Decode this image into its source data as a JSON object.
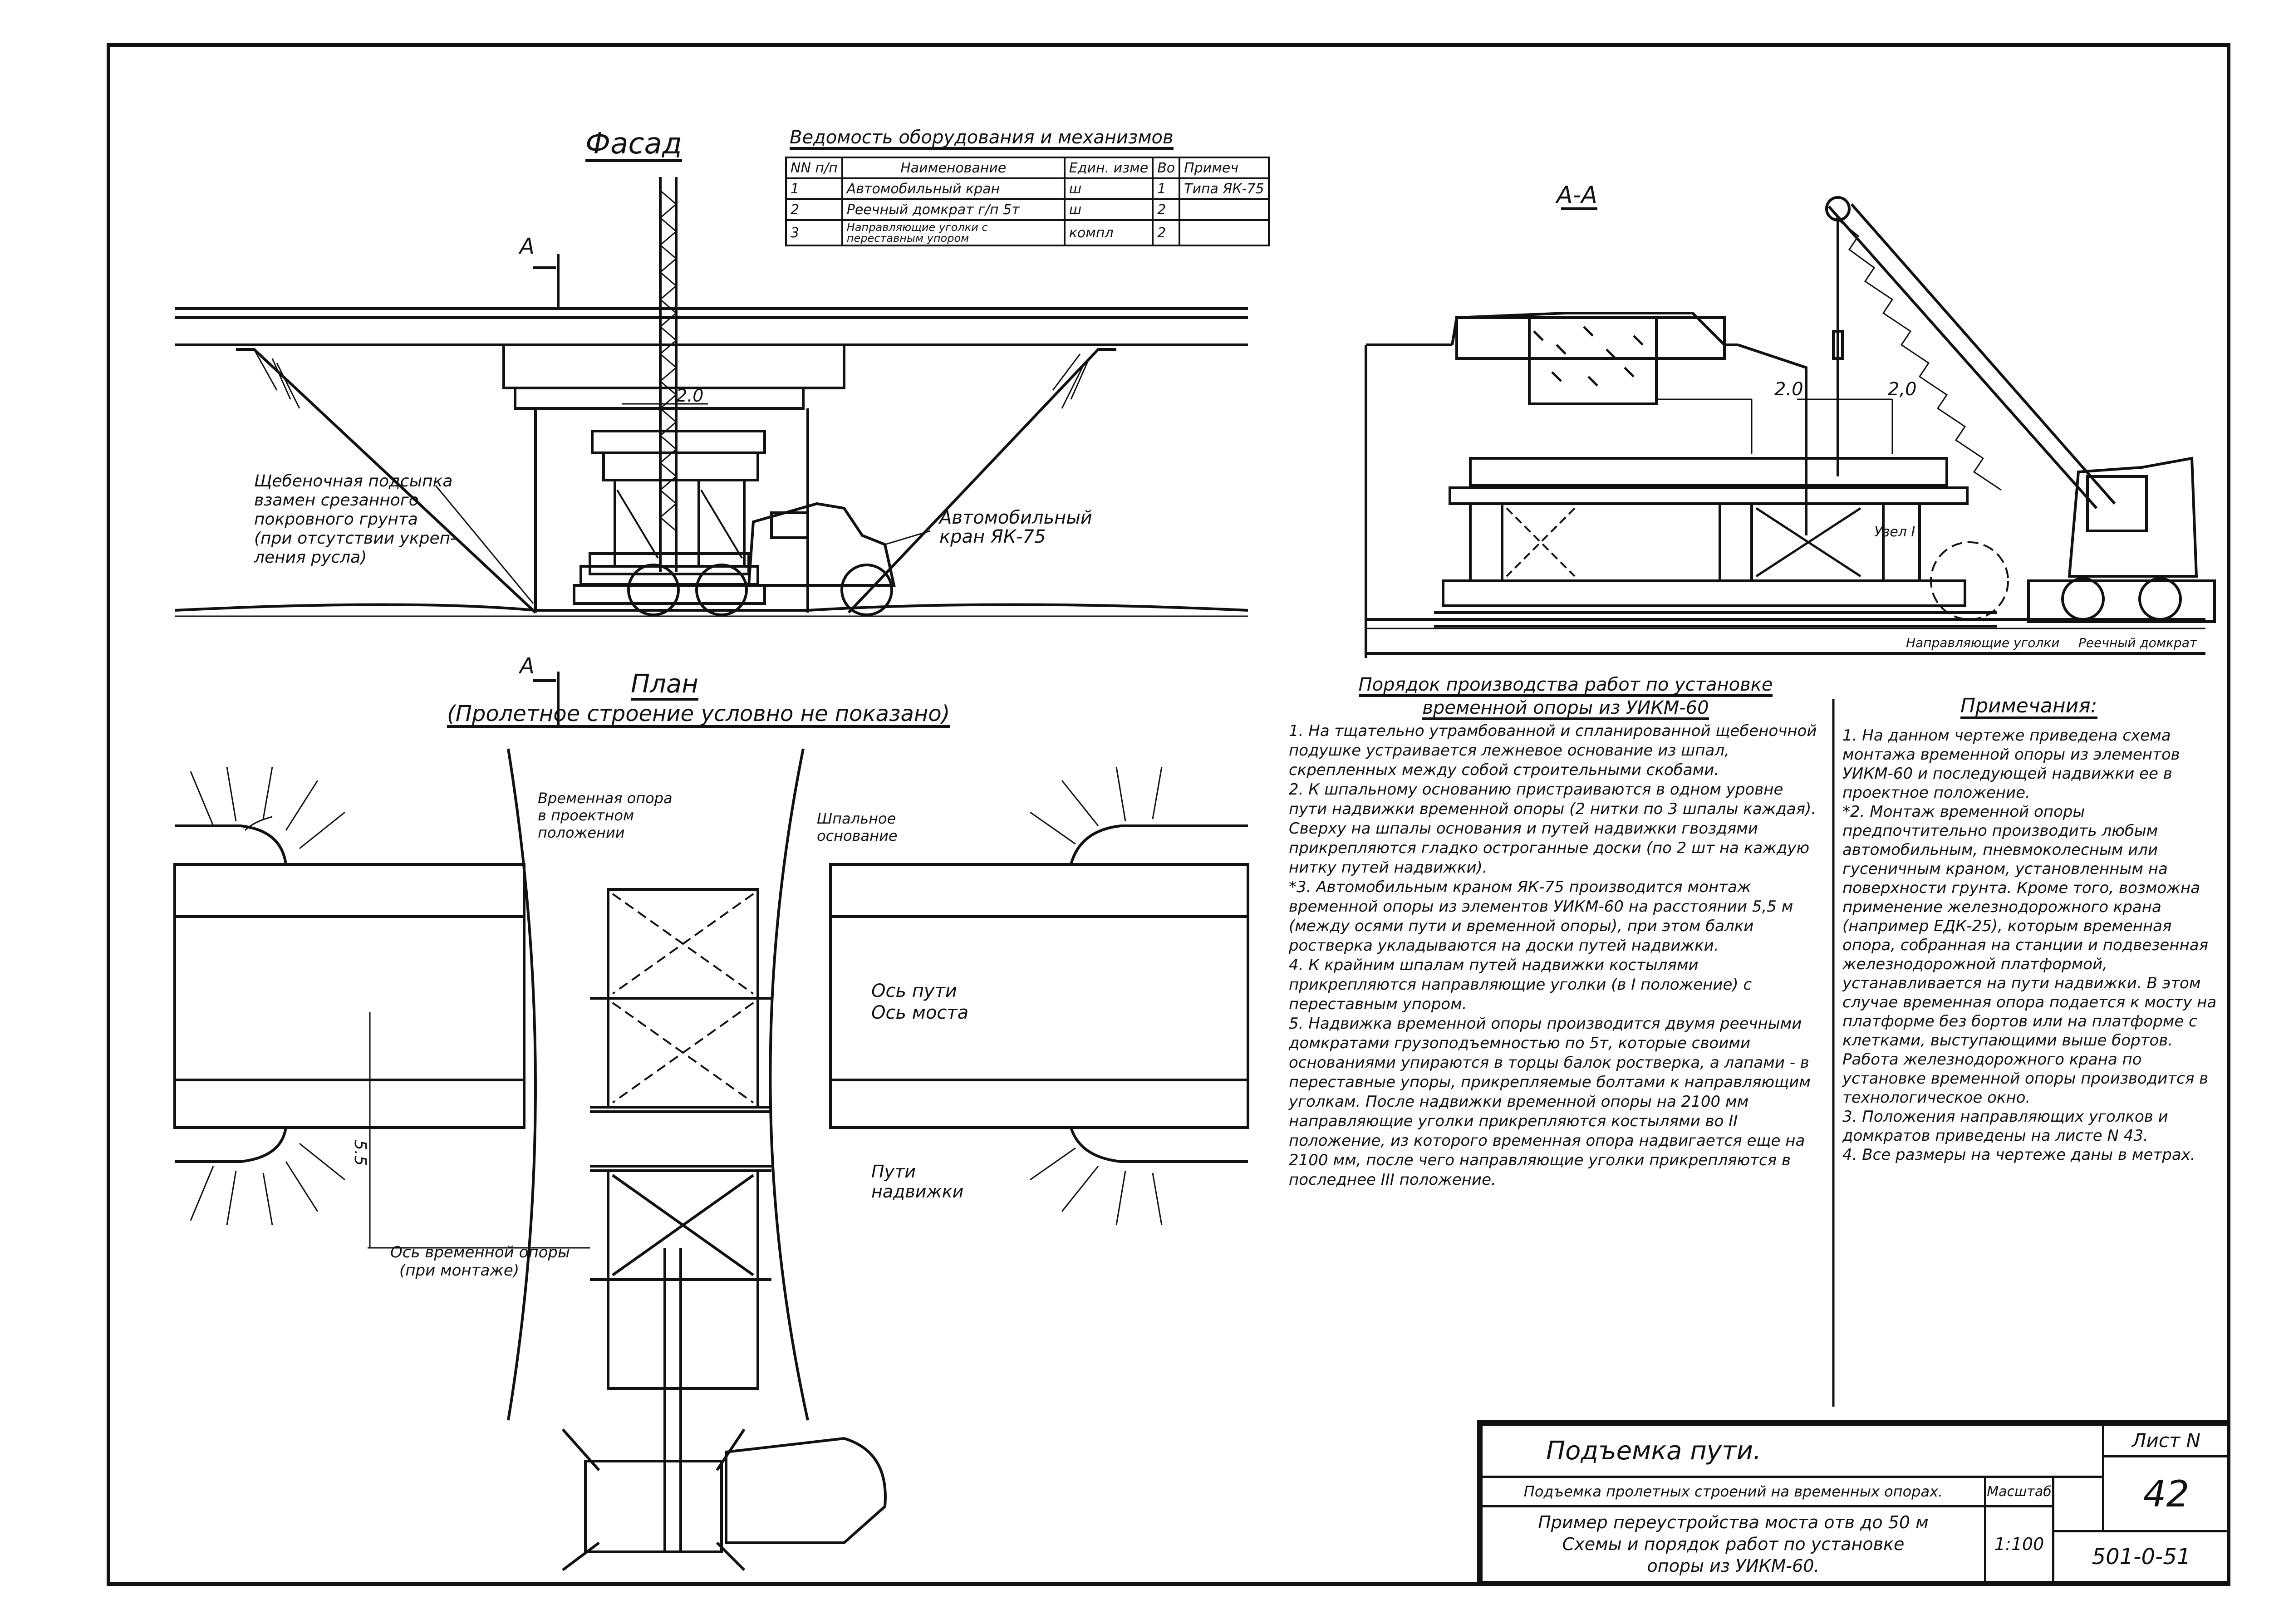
{
  "facade": {
    "title": "Фасад",
    "section_mark": "А",
    "dim_20": "2.0",
    "label_backfill": [
      "Щебеночная подсыпка",
      "взамен срезанного",
      "покровного грунта",
      "(при отсутствии укреп-",
      "ления русла)"
    ],
    "label_crane": [
      "Автомобильный",
      "кран ЯК-75"
    ]
  },
  "equipment": {
    "title": "Ведомость оборудования и механизмов",
    "headers": [
      "NN п/п",
      "Наименование",
      "Един. изме",
      "Во",
      "Примеч"
    ],
    "rows": [
      [
        "1",
        "Автомобильный кран",
        "ш",
        "1",
        "Типа ЯК-75"
      ],
      [
        "2",
        "Реечный домкрат г/п 5т",
        "ш",
        "2",
        ""
      ],
      [
        "3",
        "Направляющие уголки с переставным упором",
        "компл",
        "2",
        ""
      ]
    ]
  },
  "section_aa": {
    "title": "А-А",
    "dim_left": "2.0",
    "dim_right": "2,0",
    "label_node": "Узел I",
    "label_guides": "Направляющие уголки",
    "label_jack": "Реечный домкрат"
  },
  "plan": {
    "section_mark": "А",
    "title": "План",
    "subtitle": "(Пролетное строение условно не показано)",
    "label_temp_support": [
      "Временная опора",
      "в проектном",
      "положении"
    ],
    "label_sleeper": [
      "Шпальное",
      "основание"
    ],
    "label_track_axis": "Ось пути",
    "label_bridge_axis": "Ось моста",
    "label_push_tracks": [
      "Пути",
      "надвижки"
    ],
    "label_temp_axis": [
      "Ось временной опоры",
      "(при монтаже)"
    ],
    "dim_55": "5.5"
  },
  "procedure": {
    "title": [
      "Порядок производства работ по установке",
      "временной опоры из УИКМ-60"
    ],
    "paragraphs": [
      "1. На тщательно утрамбованной и спланированной щебеночной подушке устраивается лежневое основание из шпал, скрепленных между собой строительными скобами.",
      "2. К шпальному основанию пристраиваются в одном уровне пути надвижки временной опоры (2 нитки по 3 шпалы каждая). Сверху на шпалы основания и путей надвижки гвоздями прикрепляются гладко острoганные доски (по 2 шт на каждую нитку путей надвижки).",
      "*3. Автомобильным краном ЯК-75 производится монтаж временной опоры из элементов УИКМ-60 на расстоянии 5,5 м (между осями пути и временной опоры), при этом балки ростверка укладываются на доски путей надвижки.",
      "4. К крайним шпалам путей надвижки костылями прикрепляются направляющие уголки (в I положение) с переставным упором.",
      "5. Надвижка временной опоры производится двумя реечными домкратами грузоподъемностью по 5т, которые своими основаниями упираются в торцы балок ростверка, а лапами - в переставные упоры, прикрепляемые болтами к направляющим уголкам. После надвижки временной опоры на 2100 мм направляющие уголки прикрепляются костылями во II положение, из которого временная опора надвигается еще на 2100 мм, после чего направляющие уголки прикрепляются в последнее III положение."
    ]
  },
  "notes": {
    "title": "Примечания:",
    "paragraphs": [
      "1. На данном чертеже приведена схема монтажа временной опоры из элементов УИКМ-60 и последующей надвижки ее в проектное положение.",
      "*2. Монтаж временной опоры предпочтительно производить любым автомобильным, пневмоколесным или гусеничным краном, установленным на поверхности грунта. Кроме того, возможна применение железнодорожного крана (например ЕДК-25), которым временная опора, собранная на станции и подвезенная железнодорожной платформой, устанавливается на пути надвижки. В этом случае временная опора подается к мосту на платформе без бортов или на платформе с клетками, выступающими выше бортов. Работа железнодорожного крана по установке временной опоры производится в технологическое окно.",
      "3. Положения направляющих уголков и домкратов приведены на листе N 43.",
      "4. Все размеры на чертеже даны в метрах."
    ]
  },
  "title_block": {
    "main_title": "Подъемка пути.",
    "sub_title": "Подъемка пролетных строений на временных опорах.",
    "description": [
      "Пример переустройства моста отв до 50 м",
      "Схемы и порядок работ по установке",
      "опоры из УИКМ-60."
    ],
    "scale_label": "Масштаб",
    "scale_value": "1:100",
    "sheet_label": "Лист N",
    "sheet_number": "42",
    "doc_code": "501-0-51"
  }
}
